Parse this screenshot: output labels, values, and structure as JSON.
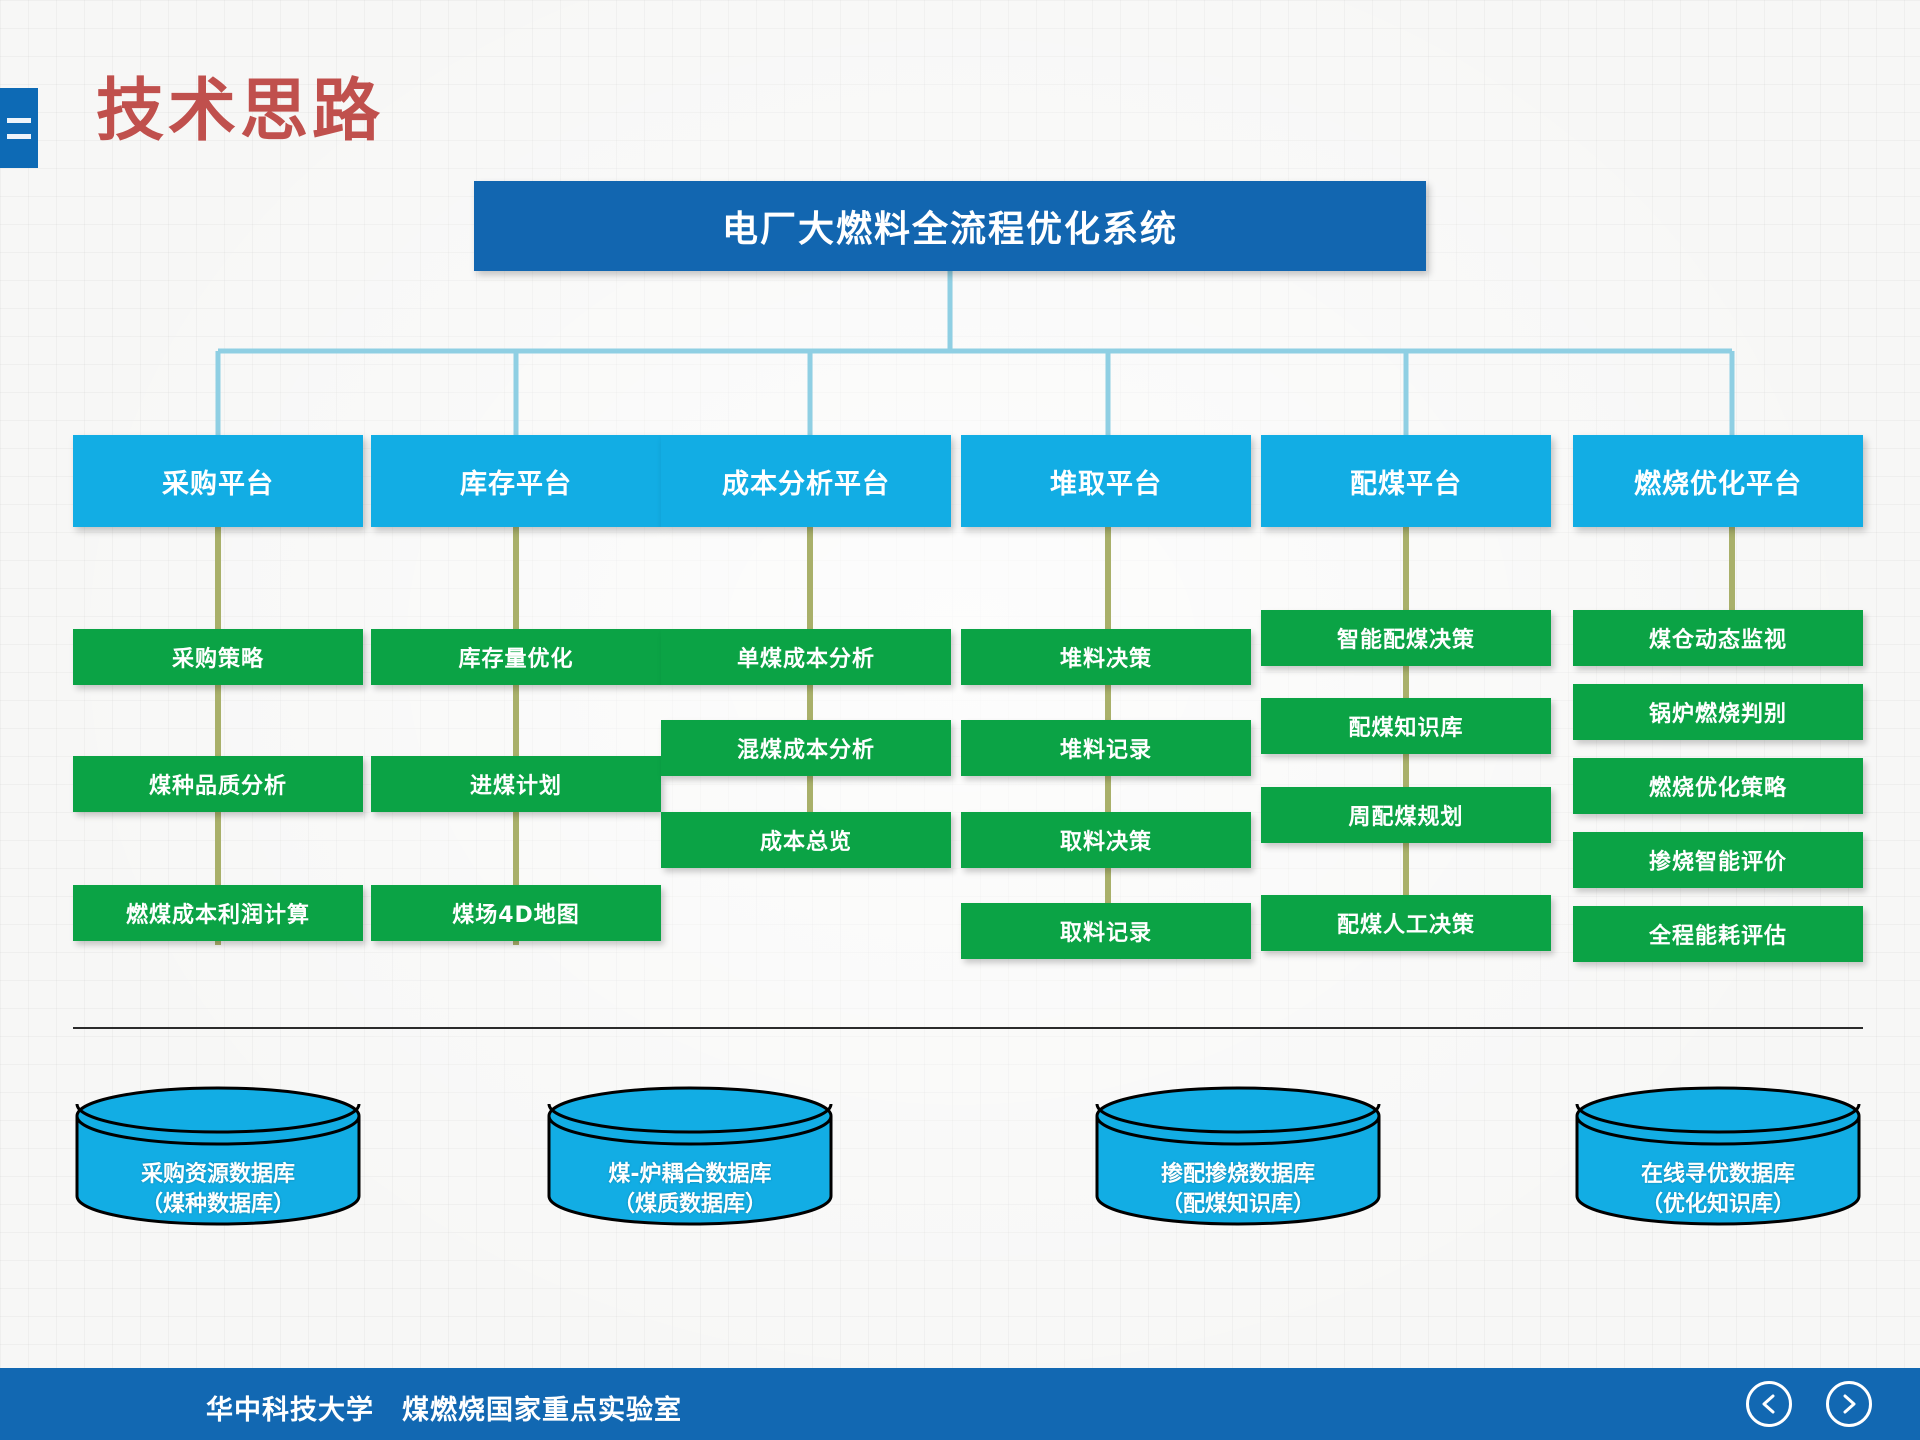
{
  "slide": {
    "title": "技术思路",
    "title_color": "#c0504d",
    "accent_blue": "#1266b0",
    "platform_blue": "#12ade4",
    "leaf_green": "#0ba345",
    "db_blue": "#12ade4",
    "connector_blue": "#8fcfe3",
    "connector_olive": "#a9b06a"
  },
  "left_tab": {
    "name": "menu-tab"
  },
  "root": {
    "label": "电厂大燃料全流程优化系统"
  },
  "columns": [
    {
      "platform": "采购平台",
      "leaves": [
        "采购策略",
        "煤种品质分析",
        "燃煤成本利润计算"
      ]
    },
    {
      "platform": "库存平台",
      "leaves": [
        "库存量优化",
        "进煤计划",
        "煤场4D地图"
      ]
    },
    {
      "platform": "成本分析平台",
      "leaves": [
        "单煤成本分析",
        "混煤成本分析",
        "成本总览"
      ]
    },
    {
      "platform": "堆取平台",
      "leaves": [
        "堆料决策",
        "堆料记录",
        "取料决策",
        "取料记录"
      ]
    },
    {
      "platform": "配煤平台",
      "leaves": [
        "智能配煤决策",
        "配煤知识库",
        "周配煤规划",
        "配煤人工决策"
      ]
    },
    {
      "platform": "燃烧优化平台",
      "leaves": [
        "煤仓动态监视",
        "锅炉燃烧判别",
        "燃烧优化策略",
        "掺烧智能评价",
        "全程能耗评估"
      ]
    }
  ],
  "databases": [
    {
      "line1": "采购资源数据库",
      "line2": "（煤种数据库）"
    },
    {
      "line1": "煤-炉耦合数据库",
      "line2": "（煤质数据库）"
    },
    {
      "line1": "掺配掺烧数据库",
      "line2": "（配煤知识库）"
    },
    {
      "line1": "在线寻优数据库",
      "line2": "（优化知识库）"
    }
  ],
  "footer": {
    "text": "华中科技大学　煤燃烧国家重点实验室",
    "prev_icon": "chevron-left-icon",
    "next_icon": "chevron-right-icon"
  }
}
